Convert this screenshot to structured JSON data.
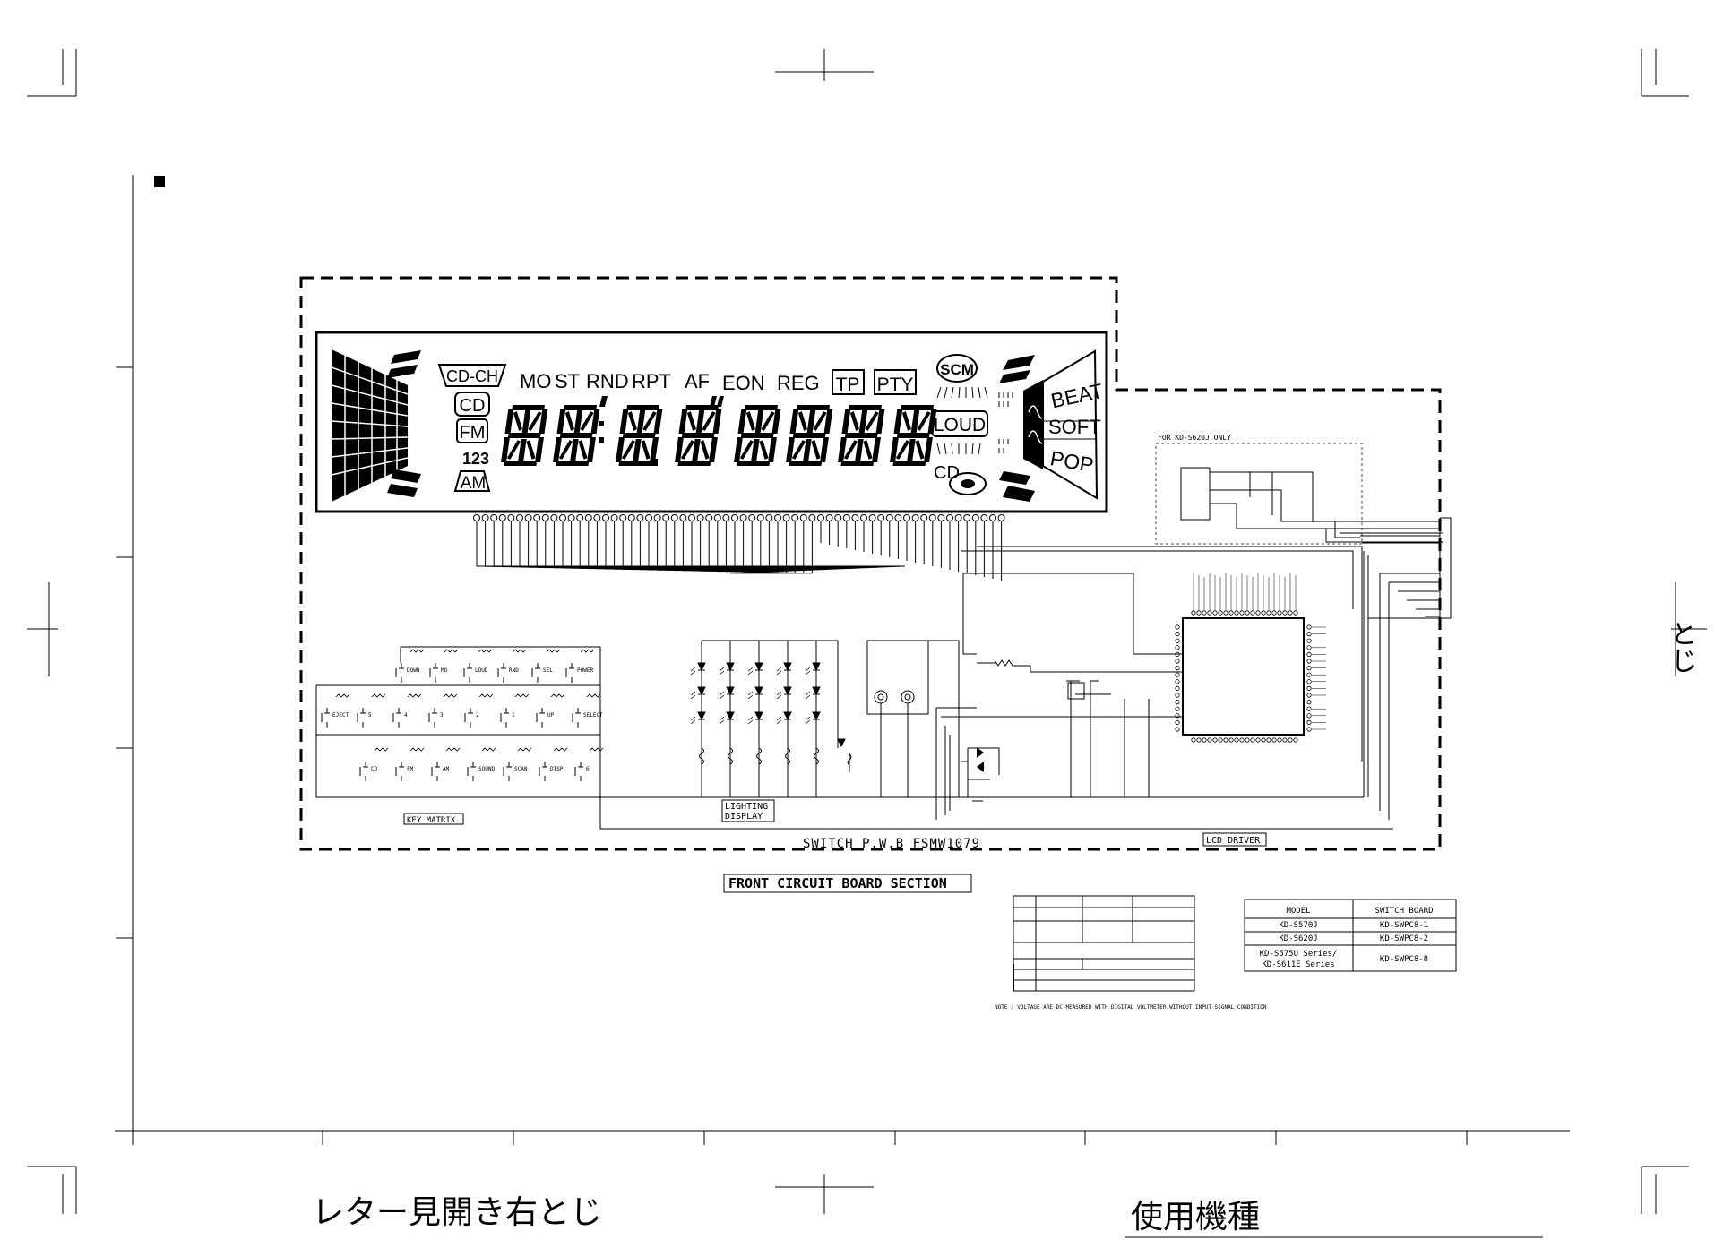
{
  "lcd": {
    "indicators": [
      "MO",
      "ST",
      "RND",
      "RPT",
      "AF",
      "EON",
      "REG"
    ],
    "boxed_indicators": [
      "TP",
      "PTY"
    ],
    "band_labels": [
      "CD-CH",
      "CD",
      "FM",
      "123",
      "AM"
    ],
    "right_logos": {
      "scm": "SCM",
      "loud": "LOUD",
      "cd": "CD"
    },
    "modes": [
      "BEAT",
      "SOFT",
      "POP"
    ],
    "digit_count": 8
  },
  "board": {
    "key_matrix_label": "KEY MATRIX",
    "lighting_label": "LIGHTING\nDISPLAY",
    "lighting_line1": "LIGHTING",
    "lighting_line2": "DISPLAY",
    "switch_pwb": "SWITCH P.W.B FSMW1079",
    "lcd_driver": "LCD DRIVER",
    "sub_note": "FOR KD-S620J ONLY",
    "keys_row1": [
      "DOWN",
      "MO",
      "LOUD",
      "RND",
      "SEL",
      "POWER"
    ],
    "keys_row2": [
      "EJECT",
      "5",
      "4",
      "3",
      "2",
      "1",
      "UP",
      "SELECT"
    ],
    "keys_row3": [
      "CD",
      "FM",
      "AM",
      "SOUND",
      "SCAN",
      "DISP",
      "6"
    ]
  },
  "section_title": "FRONT CIRCUIT BOARD SECTION",
  "model_table": {
    "headers": [
      "MODEL",
      "SWITCH BOARD"
    ],
    "rows": [
      [
        "KD-S570J",
        "KD-SWPC8-1"
      ],
      [
        "KD-S620J",
        "KD-SWPC8-2"
      ],
      [
        "KD-S575U Series/\nKD-S611E Series",
        "KD-SWPC8-8"
      ]
    ]
  },
  "parts_note": "NOTE : VOLTAGE ARE DC-MEASURED WITH DIGITAL VOLTMETER WITHOUT INPUT SIGNAL CONDITION",
  "footer": {
    "left_jp": "レター見開き右とじ",
    "right_jp": "使用機種",
    "side_jp": "とじ"
  }
}
